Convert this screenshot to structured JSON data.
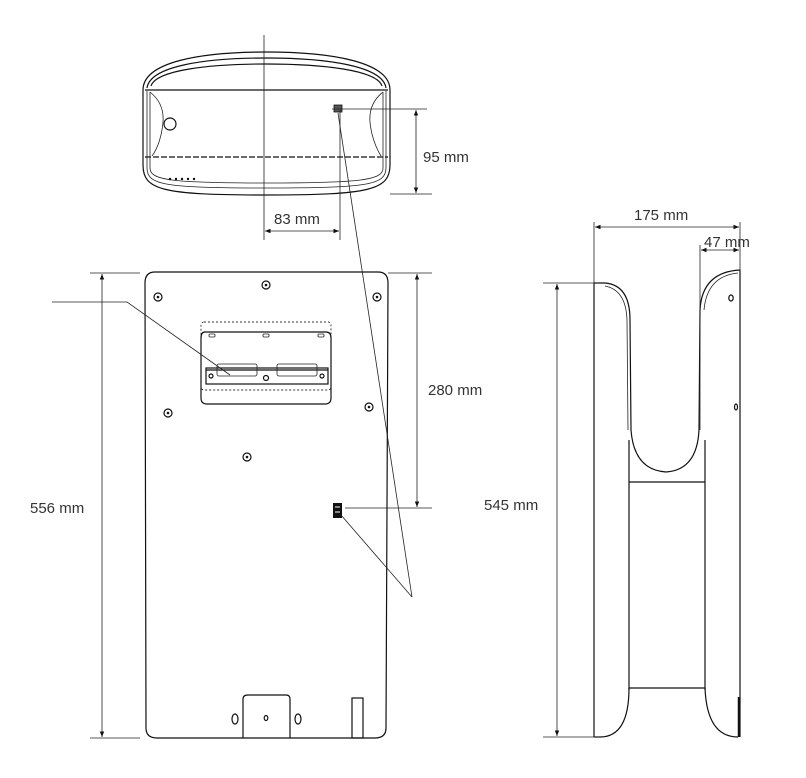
{
  "title": "Hand dryer dimension drawing",
  "views": [
    "top-view",
    "front-view",
    "side-view"
  ],
  "dimensions": {
    "top_depth": "95 mm",
    "top_offset": "83 mm",
    "front_height": "556 mm",
    "front_bracket_offset": "280 mm",
    "side_depth": "175 mm",
    "side_slot": "47 mm",
    "side_height": "545 mm"
  },
  "colors": {
    "line": "#111111",
    "text": "#333333",
    "background": "#ffffff"
  }
}
